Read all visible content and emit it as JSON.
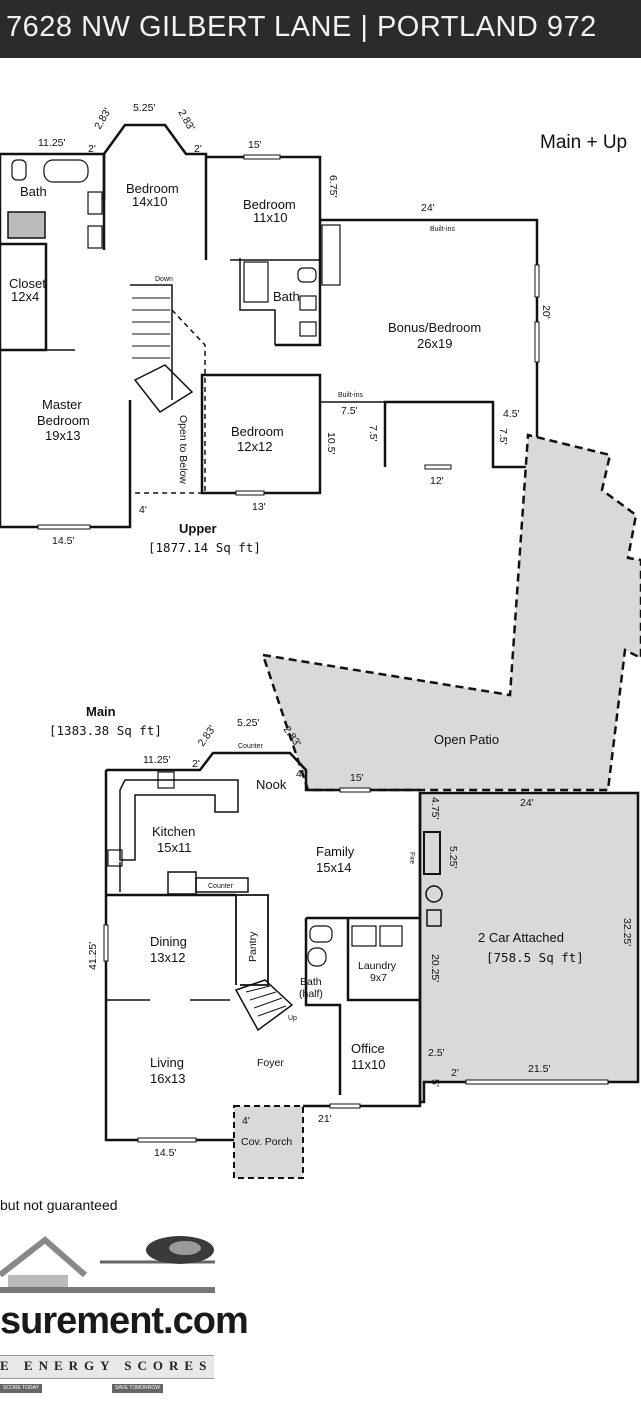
{
  "header": {
    "address": "7628 NW GILBERT LANE   |   PORTLAND 972"
  },
  "title": "Main + Up",
  "upper": {
    "label": "Upper",
    "area": "[1877.14 Sq ft]",
    "rooms": {
      "bath": "Bath",
      "closet_name": "Closet",
      "closet_size": "12x4",
      "bedroom_a_name": "Bedroom",
      "bedroom_a_size": "14x10",
      "bedroom_b_name": "Bedroom",
      "bedroom_b_size": "11x10",
      "bath2": "Bath",
      "bonus_name": "Bonus/Bedroom",
      "bonus_size": "26x19",
      "master_name_1": "Master",
      "master_name_2": "Bedroom",
      "master_size": "19x13",
      "bedroom_c_name": "Bedroom",
      "bedroom_c_size": "12x12",
      "open_below": "Open to Below",
      "down": "Down",
      "builtins_1": "Built-ins",
      "builtins_2": "Built-ins"
    },
    "dims": {
      "d_11_25": "11.25'",
      "d_2a": "2'",
      "d_2_83a": "2.83'",
      "d_5_25": "5.25'",
      "d_2_83b": "2.83'",
      "d_2b": "2'",
      "d_15": "15'",
      "d_6_75": "6.75'",
      "d_24": "24'",
      "d_20": "20'",
      "d_4_5": "4.5'",
      "d_7_5a": "7.5'",
      "d_7_5b": "7.5'",
      "d_7_5c": "7.5'",
      "d_10_5": "10.5'",
      "d_12": "12'",
      "d_13": "13'",
      "d_4": "4'",
      "d_14_5": "14.5'"
    }
  },
  "main": {
    "label": "Main",
    "area": "[1383.38 Sq ft]",
    "rooms": {
      "nook": "Nook",
      "counter_top": "Counter",
      "kitchen_name": "Kitchen",
      "kitchen_size": "15x11",
      "family_name": "Family",
      "family_size": "15x14",
      "counter": "Counter",
      "dining_name": "Dining",
      "dining_size": "13x12",
      "pantry": "Pantry",
      "bath_1": "Bath",
      "bath_2": "(half)",
      "laundry_name": "Laundry",
      "laundry_size": "9x7",
      "up": "Up",
      "living_name": "Living",
      "living_size": "16x13",
      "foyer": "Foyer",
      "office_name": "Office",
      "office_size": "11x10",
      "porch": "Cov. Porch",
      "garage_name": "2 Car Attached",
      "garage_area": "[758.5 Sq ft]",
      "patio": "Open Patio",
      "fire": "Fire"
    },
    "dims": {
      "d_2_83a": "2.83'",
      "d_5_25": "5.25'",
      "d_2_83b": "2.83'",
      "d_11_25": "11.25'",
      "d_2": "2'",
      "d_4a": "4'",
      "d_15": "15'",
      "d_4_75": "4.75'",
      "d_24": "24'",
      "d_5_25b": "5.25'",
      "d_32_25": "32.25'",
      "d_41_25": "41.25'",
      "d_20_25": "20.25'",
      "d_2_5": "2.5'",
      "d_2b": "2'",
      "d_21_5": "21.5'",
      "d_5": "5'",
      "d_21": "21'",
      "d_4b": "4'",
      "d_14_5": "14.5'"
    }
  },
  "footer": {
    "disclaimer": "but not guaranteed",
    "brand": "surement.com",
    "energy": "E ENERGY SCORES",
    "tag_left": "SCORE TODAY",
    "tag_right": "SAVE TOMORROW"
  }
}
